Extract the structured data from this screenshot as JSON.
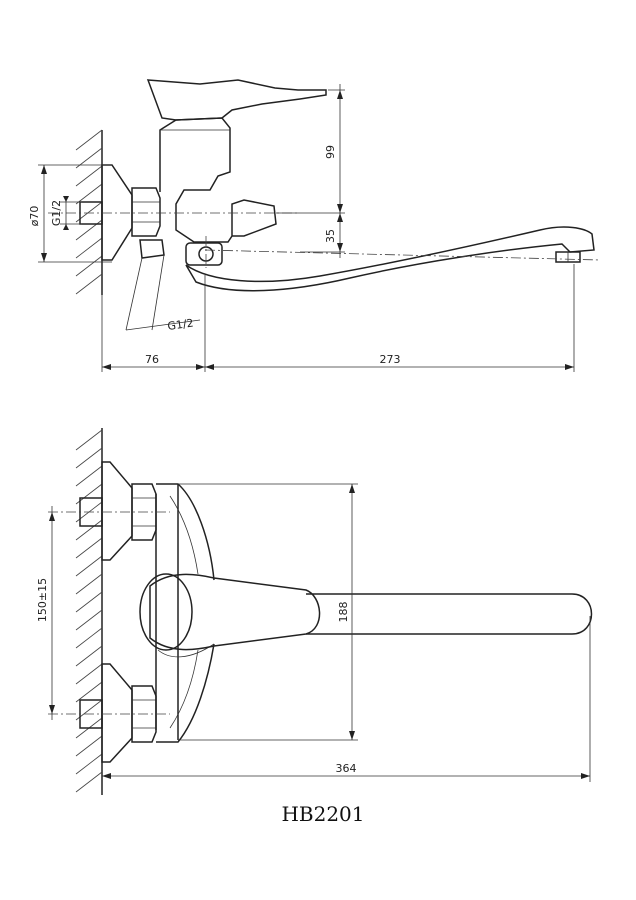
{
  "side_view": {
    "dim_76": "76",
    "dim_273": "273",
    "dim_99": "99",
    "dim_35": "35",
    "dim_phi70": "ø70",
    "dim_g12_inlet": "G1/2",
    "dim_g12_outlet": "G1/2"
  },
  "top_view": {
    "dim_364": "364",
    "dim_188": "188",
    "dim_150": "150±15"
  },
  "model_code": "HB2201"
}
